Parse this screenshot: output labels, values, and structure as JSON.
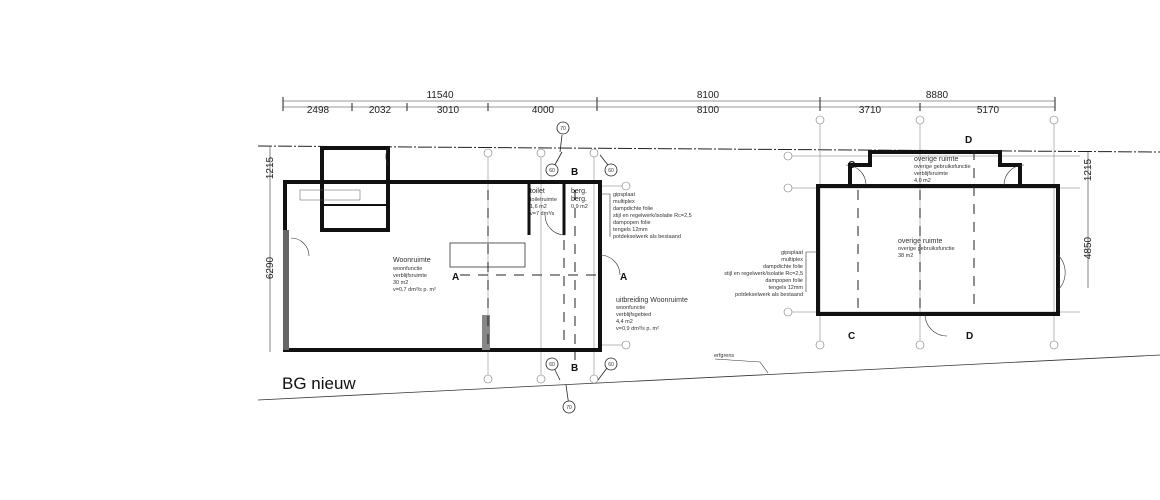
{
  "drawing_title": "BG nieuw",
  "dimensions": {
    "top_overall": [
      "11540",
      "8100",
      "8880"
    ],
    "top_detail": [
      "2498",
      "2032",
      "3010",
      "4000",
      "8100",
      "3710",
      "5170"
    ],
    "left_vertical": [
      "1215",
      "6290"
    ],
    "right_vertical": [
      "1215",
      "4850"
    ]
  },
  "rooms": {
    "woonruimte": [
      "Woonruimte",
      "woonfunctie",
      "verblijfsruimte",
      "30 m2",
      "v=0,7 dm³/s p. m²"
    ],
    "toilet": [
      "toilet",
      "toiletruimte",
      "1,6 m2",
      "v=7 dm³/s"
    ],
    "berg": [
      "berg.",
      "berg.",
      "0,9 m2"
    ],
    "uitbreiding": [
      "uitbreiding Woonruimte",
      "woonfunctie",
      "verblijfsgebied",
      "4,4 m2",
      "v=0,9 dm³/s p. m²"
    ],
    "overige_klein": [
      "overige ruimte",
      "overige gebruiksfunctie",
      "verblijfsruimte",
      "4,0 m2"
    ],
    "overige_groot": [
      "overige ruimte",
      "overige gebruiksfunctie",
      "38 m2"
    ]
  },
  "wall_layers": [
    "gipsplaat",
    "multiplex",
    "dampdichte folie",
    "stijl en regelwerk/isolatie Rc=2,5",
    "dampopen folie",
    "tengels 12mm",
    "potdekselwerk als bestaand"
  ],
  "section_marks": [
    "A",
    "A",
    "B",
    "B",
    "C",
    "C",
    "D",
    "D"
  ],
  "detail_bubbles": [
    "70",
    "60",
    "60",
    "60",
    "60",
    "70"
  ],
  "boundary_label": "erfgrens"
}
